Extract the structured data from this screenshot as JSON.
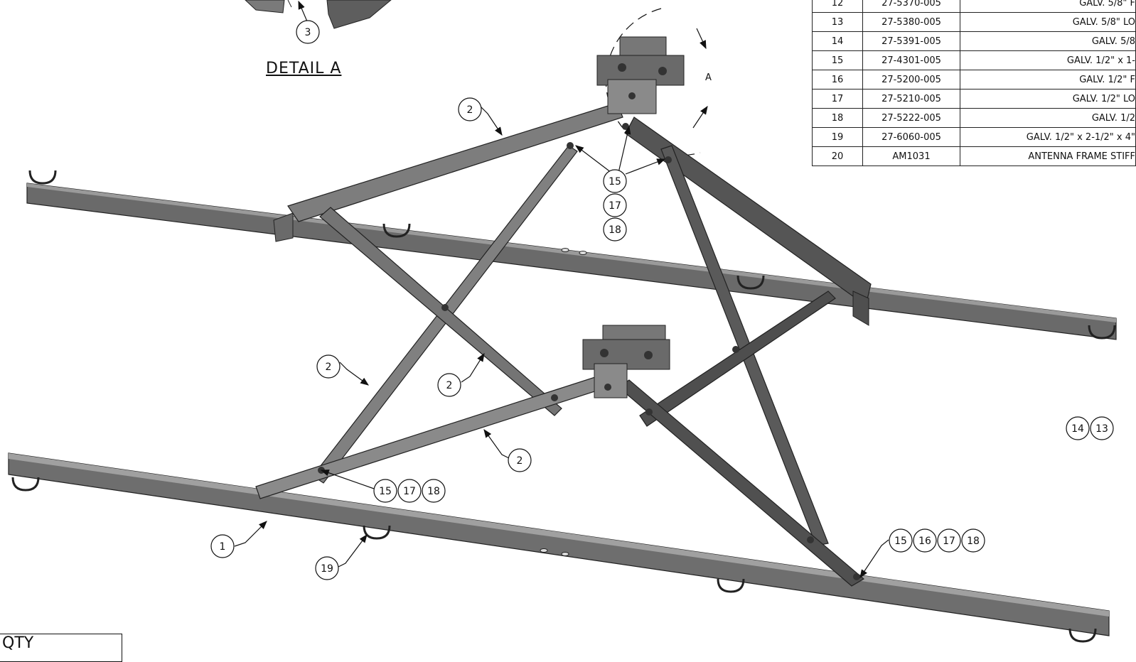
{
  "detail_label": "DETAIL A",
  "view_letter": "A",
  "qty_header": "QTY",
  "bom": {
    "rows": [
      {
        "item": "12",
        "part": "27-5370-005",
        "desc": "GALV. 5/8\" F"
      },
      {
        "item": "13",
        "part": "27-5380-005",
        "desc": "GALV. 5/8\" LO"
      },
      {
        "item": "14",
        "part": "27-5391-005",
        "desc": "GALV. 5/8"
      },
      {
        "item": "15",
        "part": "27-4301-005",
        "desc": "GALV. 1/2\" x 1-"
      },
      {
        "item": "16",
        "part": "27-5200-005",
        "desc": "GALV. 1/2\" F"
      },
      {
        "item": "17",
        "part": "27-5210-005",
        "desc": "GALV. 1/2\" LO"
      },
      {
        "item": "18",
        "part": "27-5222-005",
        "desc": "GALV. 1/2"
      },
      {
        "item": "19",
        "part": "27-6060-005",
        "desc": "GALV. 1/2\" x 2-1/2\" x 4\""
      },
      {
        "item": "20",
        "part": "AM1031",
        "desc": "ANTENNA FRAME STIFF"
      }
    ]
  },
  "balloons": {
    "b3": "3",
    "b2a": "2",
    "b2b": "2",
    "b2c": "2",
    "b2d": "2",
    "b15a": "15",
    "b17a": "17",
    "b18a": "18",
    "b15b": "15",
    "b17b": "17",
    "b18b": "18",
    "b1": "1",
    "b19": "19",
    "b15c": "15",
    "b16c": "16",
    "b17c": "17",
    "b18c": "18",
    "b14": "14",
    "b13": "13"
  }
}
